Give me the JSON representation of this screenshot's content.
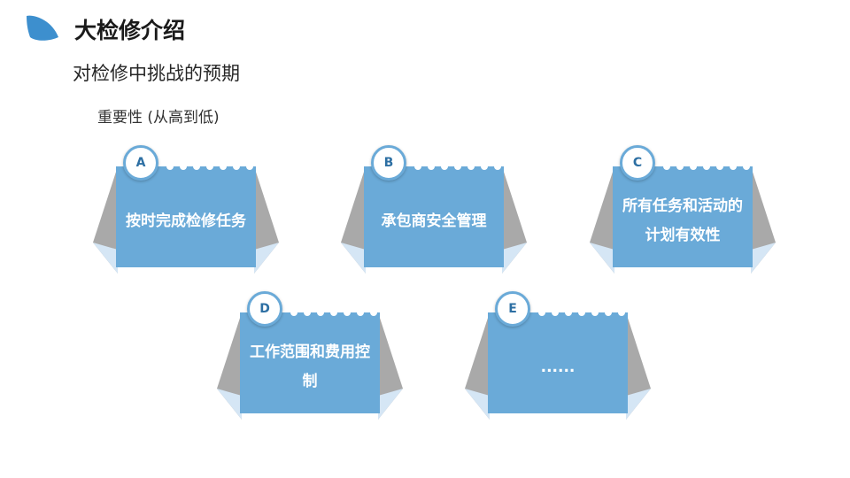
{
  "header": {
    "title": "大检修介绍",
    "subtitle": "对检修中挑战的预期",
    "section_label": "重要性 (从高到低)"
  },
  "cards": [
    {
      "letter": "A",
      "text": "按时完成检修任务"
    },
    {
      "letter": "B",
      "text": "承包商安全管理"
    },
    {
      "letter": "C",
      "text": "所有任务和活动的计划有效性"
    },
    {
      "letter": "D",
      "text": "工作范围和费用控制"
    },
    {
      "letter": "E",
      "text": "......"
    }
  ],
  "colors": {
    "card_blue": "#6aaad8",
    "side_gray": "#a9a9a9",
    "side_light": "#d5e6f5",
    "title_icon": "#3d8fce"
  },
  "icons": {
    "title": "leaf-tab-icon"
  }
}
